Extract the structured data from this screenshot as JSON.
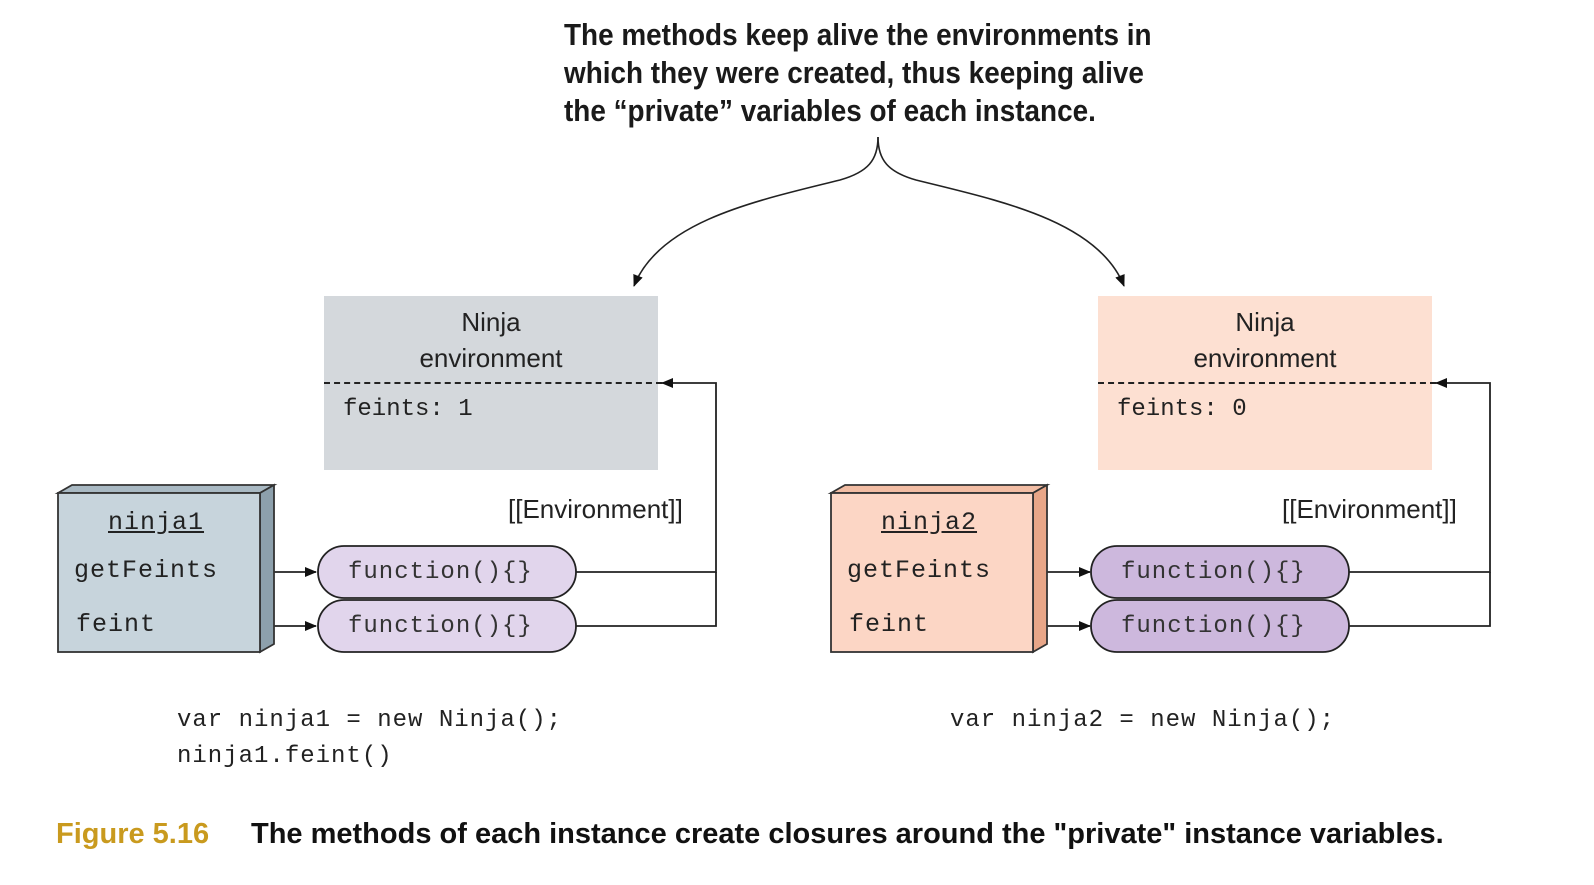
{
  "callout": {
    "lines": [
      "The methods keep alive the environments in",
      "which they were created, thus keeping alive",
      "the “private” variables of each instance."
    ]
  },
  "environments": [
    {
      "title_line1": "Ninja",
      "title_line2": "environment",
      "variable": "feints: 1",
      "fill": "#d4d8dc"
    },
    {
      "title_line1": "Ninja",
      "title_line2": "environment",
      "variable": "feints: 0",
      "fill": "#fde0d2"
    }
  ],
  "objects": [
    {
      "name": "ninja1",
      "prop1": "getFeints",
      "prop2": "feint",
      "fill": "#c7d4dc"
    },
    {
      "name": "ninja2",
      "prop1": "getFeints",
      "prop2": "feint",
      "fill": "#fcd6c5"
    }
  ],
  "functions": [
    {
      "label": "function(){}",
      "fill": "#e1d5ec"
    },
    {
      "label": "function(){}",
      "fill": "#e1d5ec"
    },
    {
      "label": "function(){}",
      "fill": "#cdb8dd"
    },
    {
      "label": "function(){}",
      "fill": "#cdb8dd"
    }
  ],
  "environment_label": "[[Environment]]",
  "environment_label_2": "[[Environment]]",
  "code": {
    "left_line1": "var ninja1 = new Ninja();",
    "left_line2": "ninja1.feint()",
    "right_line1": "var ninja2 = new Ninja();"
  },
  "caption": {
    "number": "Figure 5.16",
    "text": "The methods of each instance create closures around the \"private\" instance variables."
  }
}
